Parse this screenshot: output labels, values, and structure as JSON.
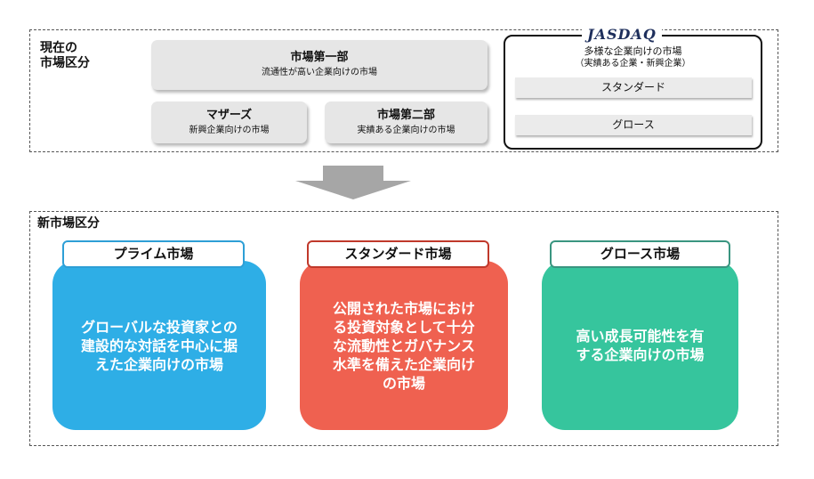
{
  "current": {
    "label_line1": "現在の",
    "label_line2": "市場区分",
    "first_section": {
      "title": "市場第一部",
      "sub": "流通性が高い企業向けの市場"
    },
    "mothers": {
      "title": "マザーズ",
      "sub": "新興企業向けの市場"
    },
    "second_section": {
      "title": "市場第二部",
      "sub": "実績ある企業向けの市場"
    },
    "jasdaq": {
      "logo": "JASDAQ",
      "desc_line1": "多様な企業向けの市場",
      "desc_line2": "（実績ある企業・新興企業）",
      "standard": "スタンダード",
      "growth": "グロース"
    }
  },
  "arrow": {
    "icon": "down-arrow-icon",
    "color": "#a6a6a6"
  },
  "new": {
    "label": "新市場区分",
    "markets": [
      {
        "name": "プライム市場",
        "lines": [
          "グローバルな投資家との",
          "建設的な対話を中心に据",
          "えた企業向けの市場"
        ],
        "color": "#2eaee6",
        "border": "#2e9fd6"
      },
      {
        "name": "スタンダード市場",
        "lines": [
          "公開された市場におけ",
          "る投資対象として十分",
          "な流動性とガバナンス",
          "水準を備えた企業向け",
          "の市場"
        ],
        "color": "#ef6150",
        "border": "#c0392b"
      },
      {
        "name": "グロース市場",
        "lines": [
          "高い成長可能性を有",
          "する企業向けの市場"
        ],
        "color": "#36c59d",
        "border": "#3a9580"
      }
    ]
  }
}
